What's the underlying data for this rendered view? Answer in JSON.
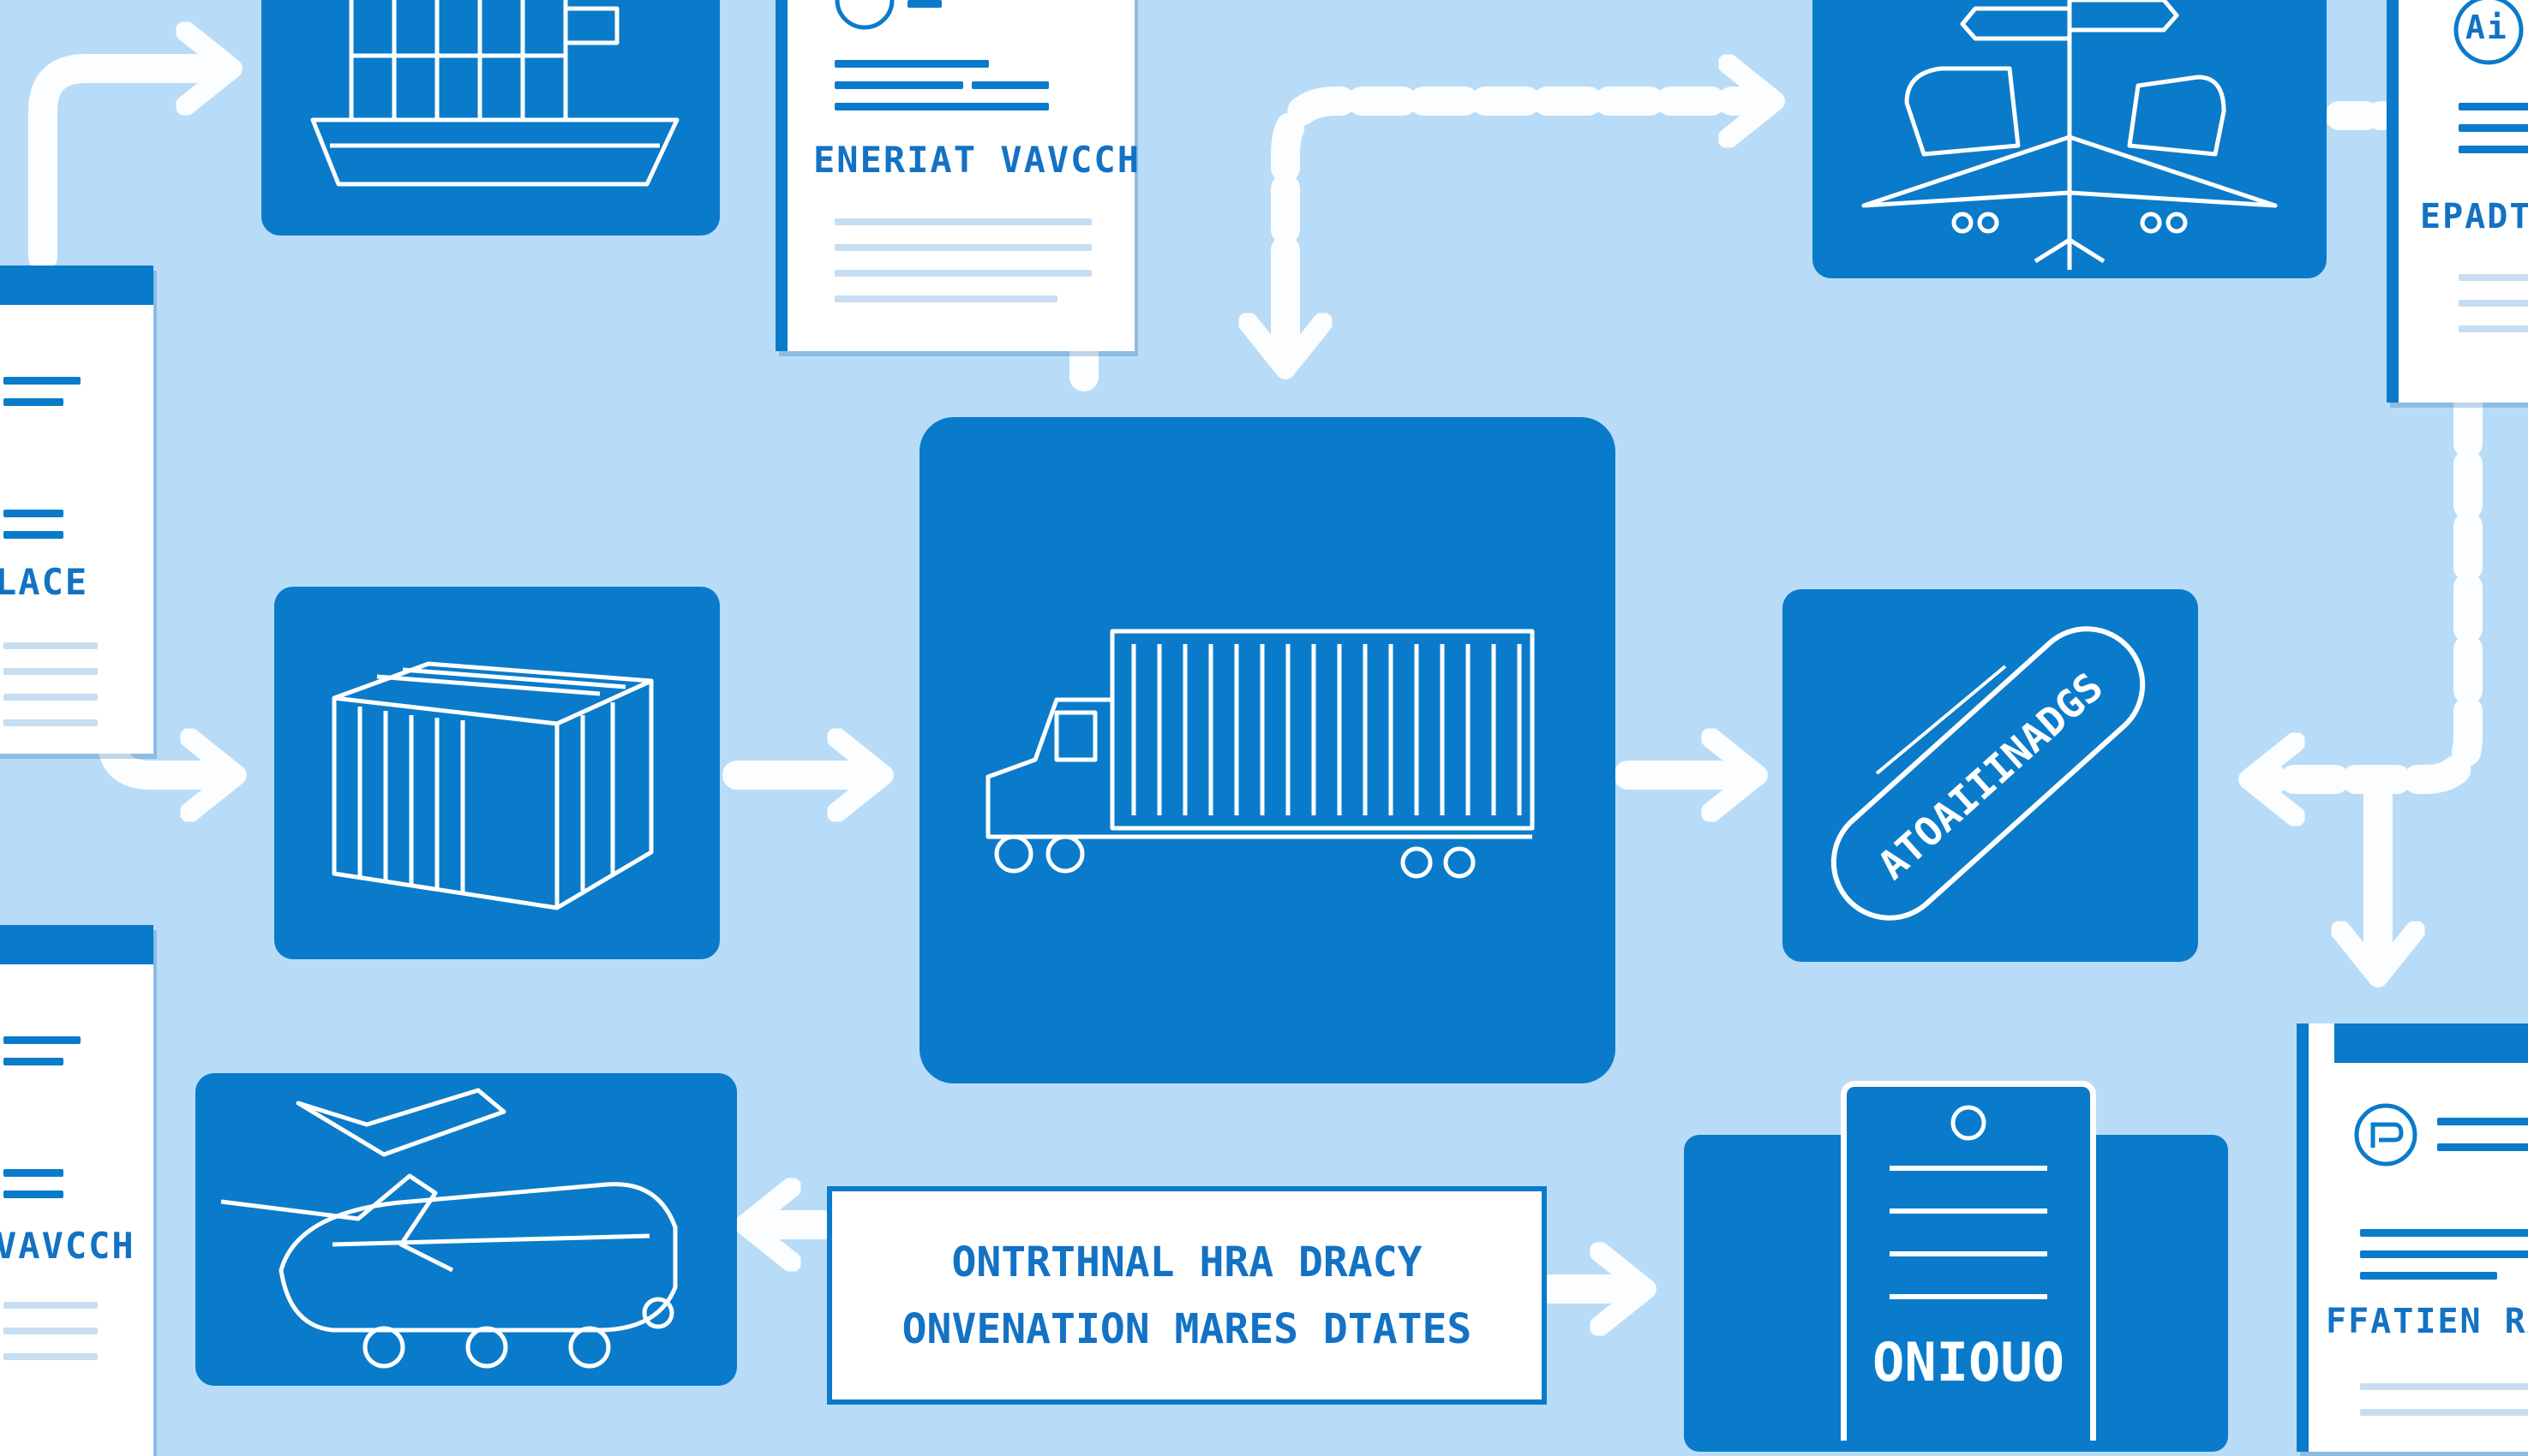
{
  "documents": {
    "top_center": {
      "title": "ENERIAT VAVCCH"
    },
    "left_upper": {
      "title": "LACE"
    },
    "left_lower": {
      "title": "VAVCCH"
    },
    "top_right": {
      "title": "EPADT",
      "badge": "Ai"
    },
    "bottom_right": {
      "title": "FFATIEN RA"
    }
  },
  "label_box": {
    "line1": "ONTRTHNAL HRA DRACY",
    "line2": "ONVENATION MARES DTATES"
  },
  "stamp_pill": {
    "text": "ATOAIIINADGS"
  },
  "tag": {
    "text": "ONIOUO"
  },
  "colors": {
    "background": "#b8dcf8",
    "tile": "#0a7bcb",
    "paper": "#ffffff",
    "arrow": "#ffffff"
  }
}
